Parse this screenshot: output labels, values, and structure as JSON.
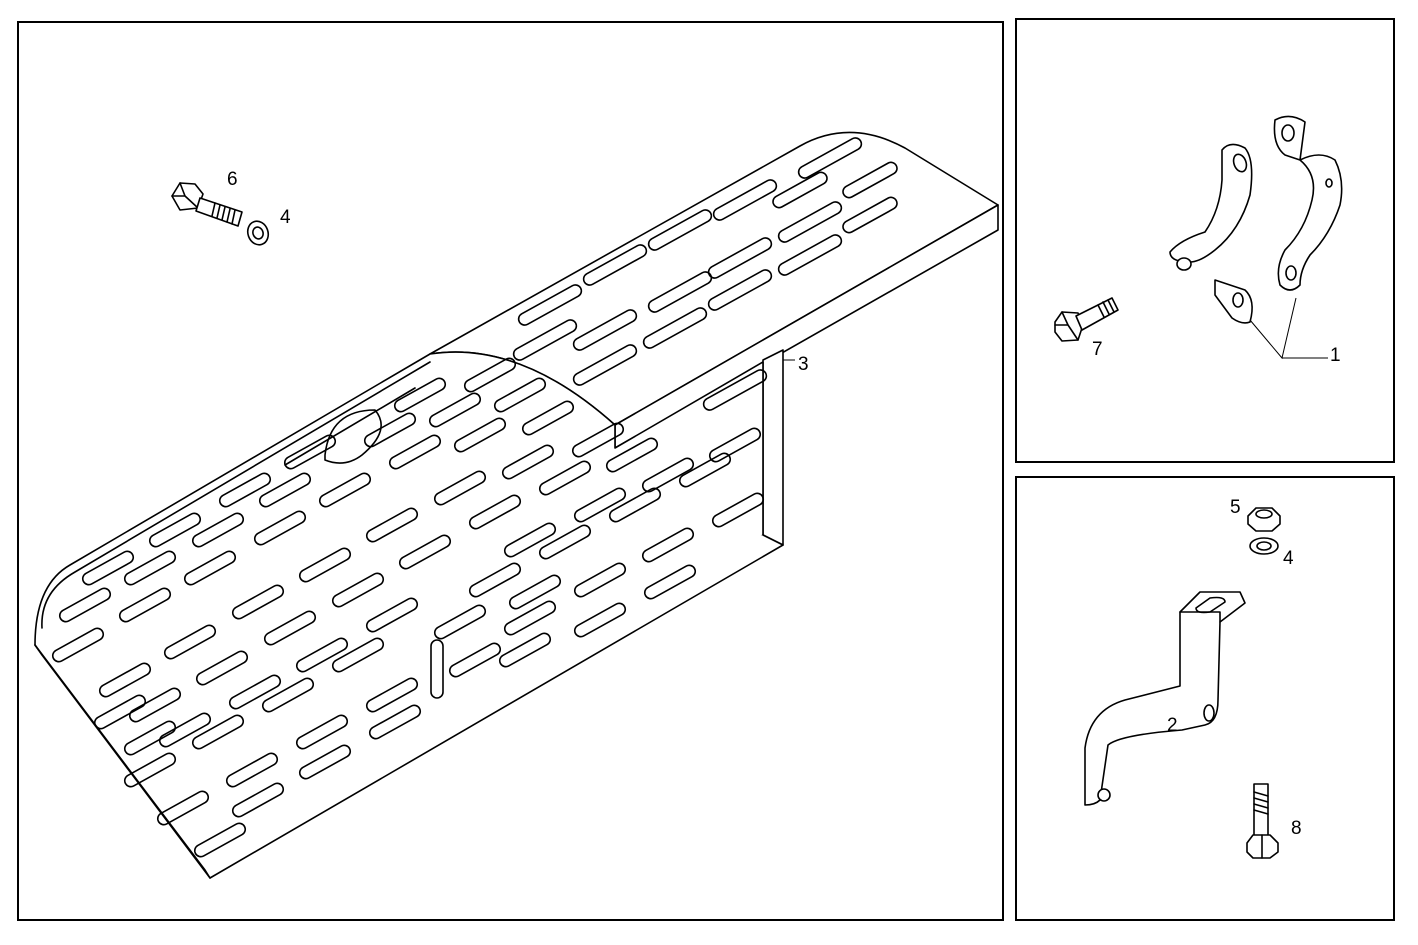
{
  "callouts": {
    "c1": "1",
    "c2": "2",
    "c3": "3",
    "c4a": "4",
    "c4b": "4",
    "c5": "5",
    "c6": "6",
    "c7": "7",
    "c8": "8"
  }
}
